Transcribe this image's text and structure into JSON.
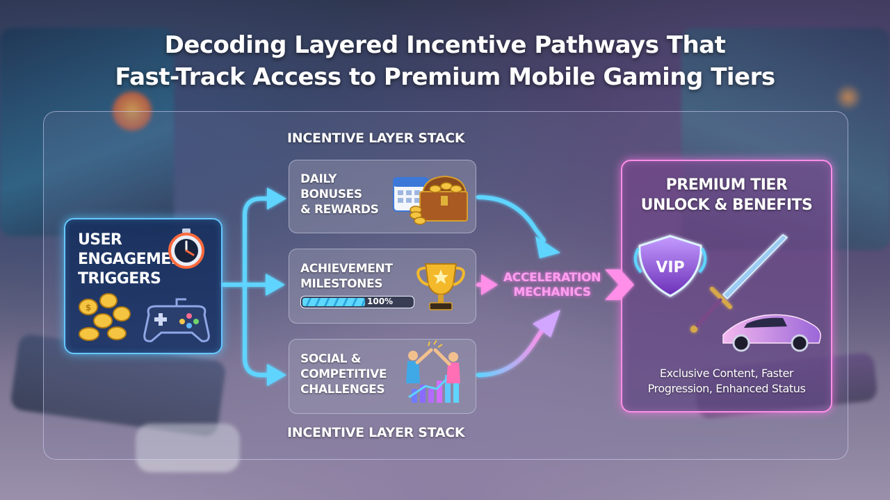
{
  "title_line1": "Decoding Layered Incentive Pathways That",
  "title_line2": "Fast-Track Access to Premium Mobile Gaming Tiers",
  "triggers": {
    "line1": "USER",
    "line2": "ENGAGEMENT",
    "line3": "TRIGGERS",
    "icons": [
      "stopwatch-icon",
      "coins-icon",
      "gamepad-icon"
    ]
  },
  "stack_label_top": "INCENTIVE LAYER STACK",
  "stack_label_bottom": "INCENTIVE LAYER STACK",
  "layers": [
    {
      "lines": [
        "DAILY",
        "BONUSES",
        "& REWARDS"
      ],
      "icon": "calendar-treasure-icon"
    },
    {
      "lines": [
        "ACHIEVEMENT",
        "MILESTONES"
      ],
      "icon": "trophy-icon",
      "progress_text": "100%",
      "progress": 1.0
    },
    {
      "lines": [
        "SOCIAL &",
        "COMPETITIVE",
        "CHALLENGES"
      ],
      "icon": "high-five-chart-icon"
    }
  ],
  "acceleration": {
    "line1": "ACCELERATION",
    "line2": "MECHANICS"
  },
  "premium": {
    "title_line1": "PREMIUM TIER",
    "title_line2": "UNLOCK & BENEFITS",
    "shield_text": "VIP",
    "benefits_line1": "Exclusive Content, Faster",
    "benefits_line2": "Progression, Enhanced Status",
    "icons": [
      "vip-shield-icon",
      "sword-icon",
      "sports-car-icon"
    ]
  },
  "colors": {
    "cyan": "#5fd4ff",
    "pink": "#ff8fe8",
    "title": "#ffffff"
  }
}
